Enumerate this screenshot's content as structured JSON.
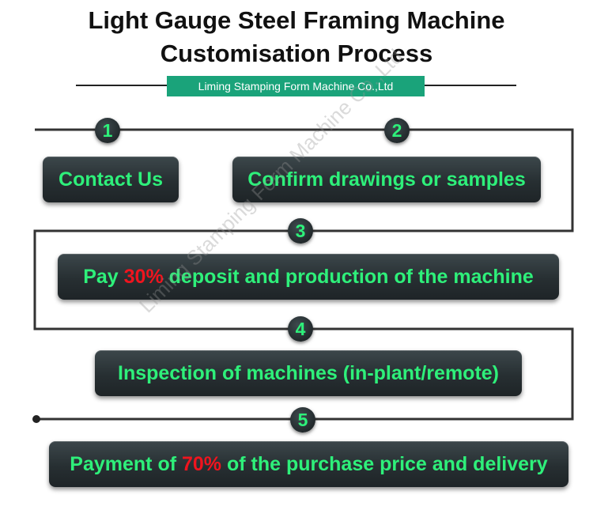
{
  "header": {
    "title_line1": "Light Gauge Steel Framing Machine",
    "title_line2": "Customisation Process",
    "company": "Liming Stamping Form Machine Co.,Ltd"
  },
  "steps": [
    {
      "number": "1",
      "text": "Contact Us"
    },
    {
      "number": "2",
      "text": "Confirm drawings or samples"
    },
    {
      "number": "3",
      "pre": "Pay ",
      "highlight": "30%",
      "post": " deposit and production of the machine"
    },
    {
      "number": "4",
      "text": "Inspection of machines (in-plant/remote)"
    },
    {
      "number": "5",
      "pre": "Payment of ",
      "highlight": "70%",
      "post": " of the purchase price and delivery"
    }
  ],
  "watermark": "Liming Stamping Form Machine Co.,Ltd",
  "colors": {
    "step_text": "#2ef07a",
    "highlight": "#f0141e",
    "banner": "#1aa37a",
    "box": "#272f32"
  }
}
